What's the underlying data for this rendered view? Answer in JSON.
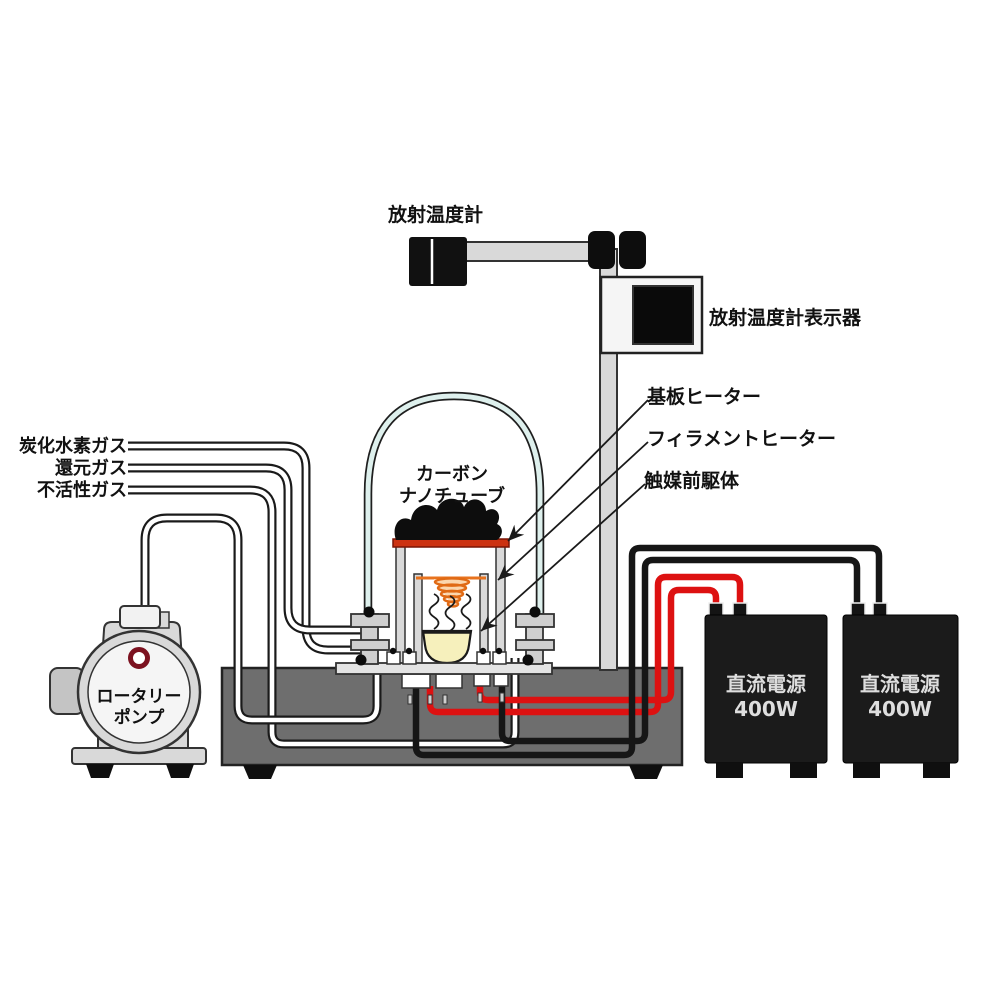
{
  "labels": {
    "radiation_thermometer": "放射温度計",
    "display_unit": "放射温度計表示器",
    "substrate_heater": "基板ヒーター",
    "filament_heater": "フィラメントヒーター",
    "catalyst_precursor": "触媒前駆体",
    "cnt_line1": "カーボン",
    "cnt_line2": "ナノチューブ",
    "gas_hydrocarbon": "炭化水素ガス",
    "gas_reducing": "還元ガス",
    "gas_inert": "不活性ガス",
    "pump_line1": "ロータリー",
    "pump_line2": "ポンプ",
    "psu1_line1": "直流電源",
    "psu1_line2": "400W",
    "psu2_line1": "直流電源",
    "psu2_line2": "400W"
  },
  "colors": {
    "glass": "#def0ed",
    "heater_red": "#cc3211",
    "filament_orange": "#e8731e",
    "wire_red": "#dd1111",
    "wire_black": "#161616",
    "crucible_yellow": "#f6f0bc",
    "stage_gray": "#6e6e6e",
    "metal_gray": "#d9d9d9",
    "power_box_black": "#1b1b1b",
    "pump_ring_maroon": "#7c1220"
  }
}
